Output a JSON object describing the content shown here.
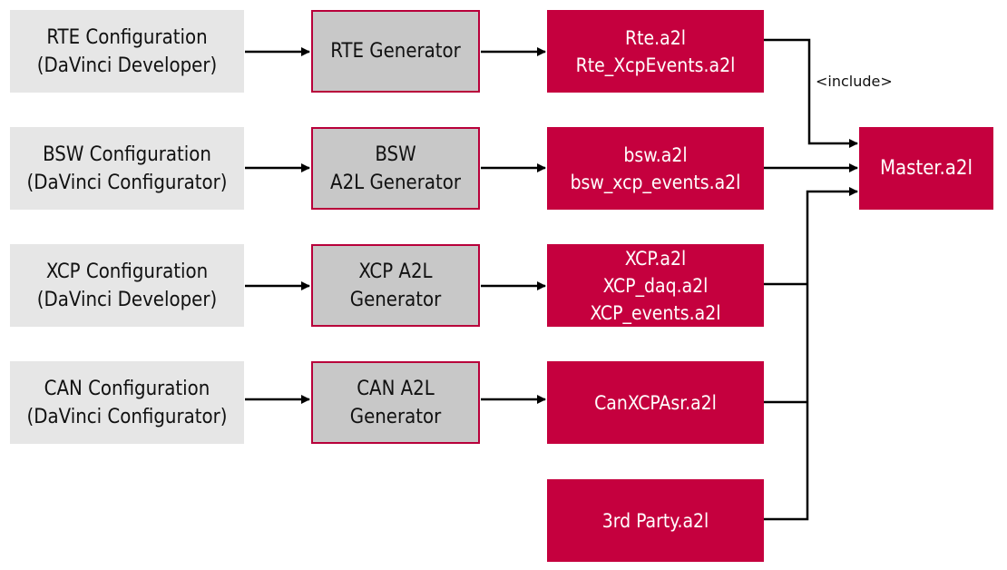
{
  "config_boxes": [
    {
      "line1": "RTE Configuration",
      "line2": "(DaVinci Developer)"
    },
    {
      "line1": "BSW Configuration",
      "line2": "(DaVinci Configurator)"
    },
    {
      "line1": "XCP Configuration",
      "line2": "(DaVinci Developer)"
    },
    {
      "line1": "CAN Configuration",
      "line2": "(DaVinci Configurator)"
    }
  ],
  "generator_boxes": [
    {
      "line1": "RTE Generator",
      "line2": ""
    },
    {
      "line1": "BSW",
      "line2": "A2L Generator"
    },
    {
      "line1": "XCP A2L",
      "line2": "Generator"
    },
    {
      "line1": "CAN A2L",
      "line2": "Generator"
    }
  ],
  "output_boxes": [
    {
      "lines": [
        "Rte.a2l",
        "Rte_XcpEvents.a2l"
      ]
    },
    {
      "lines": [
        "bsw.a2l",
        "bsw_xcp_events.a2l"
      ]
    },
    {
      "lines": [
        "XCP.a2l",
        "XCP_daq.a2l",
        "XCP_events.a2l"
      ]
    },
    {
      "lines": [
        "CanXCPAsr.a2l"
      ]
    },
    {
      "lines": [
        "3rd Party.a2l"
      ]
    }
  ],
  "master": {
    "label": "Master.a2l"
  },
  "include_label": "<include>",
  "colors": {
    "config_fill": "#e6e6e6",
    "generator_fill": "#c8c8c8",
    "generator_border": "#b8003a",
    "output_fill": "#c5003e",
    "line": "#000000"
  }
}
